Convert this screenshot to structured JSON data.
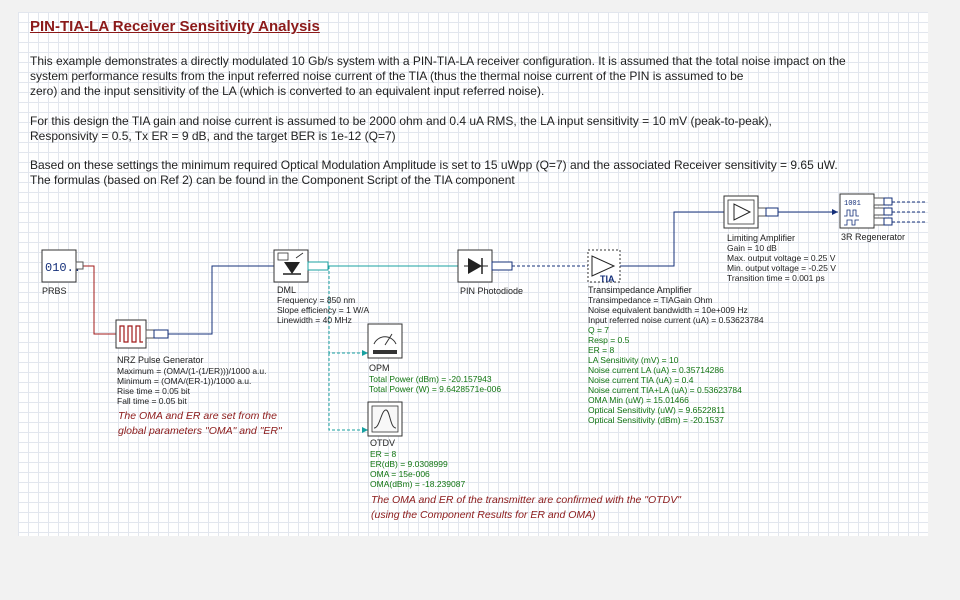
{
  "title": "PIN-TIA-LA Receiver Sensitivity Analysis",
  "paragraphs": {
    "p1": [
      "This example demonstrates a directly modulated 10 Gb/s system with a PIN-TIA-LA receiver configuration. It is assumed that the total noise impact on the",
      "system performance results from the input referred noise current of the TIA (thus the thermal noise current of the PIN is assumed to be",
      "zero) and the input sensitivity of the LA (which is converted to an equivalent input referred noise)."
    ],
    "p2": [
      "For this design the TIA gain and noise current is assumed to be 2000 ohm and 0.4 uA RMS, the LA input sensitivity = 10 mV (peak-to-peak),",
      "Responsivity = 0.5, Tx ER = 9 dB, and the target BER is 1e-12 (Q=7)"
    ],
    "p3": [
      "Based on these settings the minimum required Optical Modulation Amplitude is set to 15 uWpp (Q=7) and the associated Receiver sensitivity = 9.65 uW.",
      "The formulas (based on Ref 2) can be found in the Component Script of the TIA component"
    ]
  },
  "components": {
    "prbs": {
      "label": "PRBS",
      "icon_text": "010.."
    },
    "nrz": {
      "label": "NRZ Pulse Generator",
      "props": [
        "Maximum = (OMA/(1-(1/ER)))/1000  a.u.",
        "Minimum = (OMA/(ER-1))/1000  a.u.",
        "Rise time = 0.05  bit",
        "Fall time = 0.05  bit"
      ]
    },
    "dml": {
      "label": "DML",
      "props": [
        "Frequency = 850  nm",
        "Slope efficiency = 1  W/A",
        "Linewidth = 40  MHz"
      ]
    },
    "opm": {
      "label": "OPM",
      "results": [
        "Total Power (dBm) = -20.157943",
        "Total Power (W) = 9.6428571e-006"
      ]
    },
    "otdv": {
      "label": "OTDV",
      "results": [
        "ER = 8",
        "ER(dB) = 9.0308999",
        "OMA = 15e-006",
        "OMA(dBm) = -18.239087"
      ]
    },
    "pin": {
      "label": "PIN Photodiode"
    },
    "tia": {
      "label": "Transimpedance Amplifier",
      "icon_text": "TIA",
      "props": [
        "Transimpedance = TIAGain  Ohm",
        "Noise equivalent bandwidth = 10e+009  Hz",
        "Input referred noise current (uA) = 0.53623784"
      ],
      "results": [
        "Q = 7",
        "Resp = 0.5",
        "ER = 8",
        "LA Sensitivity (mV) = 10",
        "Noise current LA (uA) = 0.35714286",
        "Noise current TIA (uA) = 0.4",
        "Noise current TIA+LA (uA) = 0.53623784",
        "OMA Min (uW) = 15.01466",
        "Optical Sensitivity (uW) = 9.6522811",
        "Optical Sensitivity (dBm) = -20.1537"
      ]
    },
    "la": {
      "label": "Limiting Amplifier",
      "props": [
        "Gain = 10  dB",
        "Max. output voltage = 0.25  V",
        "Min. output voltage = -0.25  V",
        "Transition time = 0.001  ps"
      ]
    },
    "regen": {
      "label": "3R Regenerator",
      "icon_text": "1001"
    }
  },
  "notes": {
    "oma_er_params": [
      "The OMA and ER are set from the",
      "global parameters \"OMA\" and \"ER\""
    ],
    "oma_er_confirm": [
      "The OMA and ER of the transmitter are confirmed with the \"OTDV\"",
      "(using the Component Results for ER and OMA)"
    ]
  },
  "colors": {
    "title": "#8b1a1a",
    "electrical_wire": "#16307a",
    "nrz_wire": "#a01a1a",
    "optical_wire": "#18a0a0",
    "results_text": "#127512",
    "note_text": "#8b1a1a"
  }
}
